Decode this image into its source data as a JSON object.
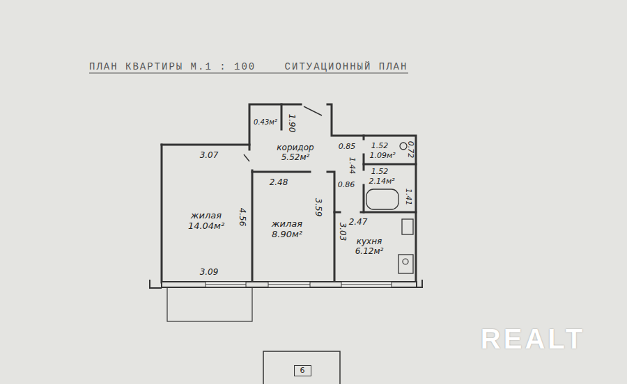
{
  "diagram": {
    "title": "ПЛАН КВАРТИРЫ М.1 : 100",
    "nodes": [
      {
        "text": [
          "0.43м²"
        ]
      },
      {
        "text": [
          "коридор 5.52м²"
        ]
      },
      {
        "text": [
          "1.09м²"
        ]
      },
      {
        "text": [
          "2.14м²"
        ]
      },
      {
        "text": [
          "жилая 14.04м²"
        ]
      },
      {
        "text": [
          "жилая 8.90м²"
        ]
      },
      {
        "text": [
          "кухня 6.12м²"
        ]
      },
      {
        "text": [
          "6"
        ]
      }
    ],
    "labels": [
      "СИТУАЦИОННЫЙ ПЛАН",
      "1.90",
      "3.07",
      "0.85",
      "1.52",
      "0.72",
      "1.52",
      "1.44",
      "0.86",
      "1.41",
      "2.48",
      "3.59",
      "3.03",
      "2.47",
      "4.56",
      "3.09",
      "REALT"
    ]
  }
}
